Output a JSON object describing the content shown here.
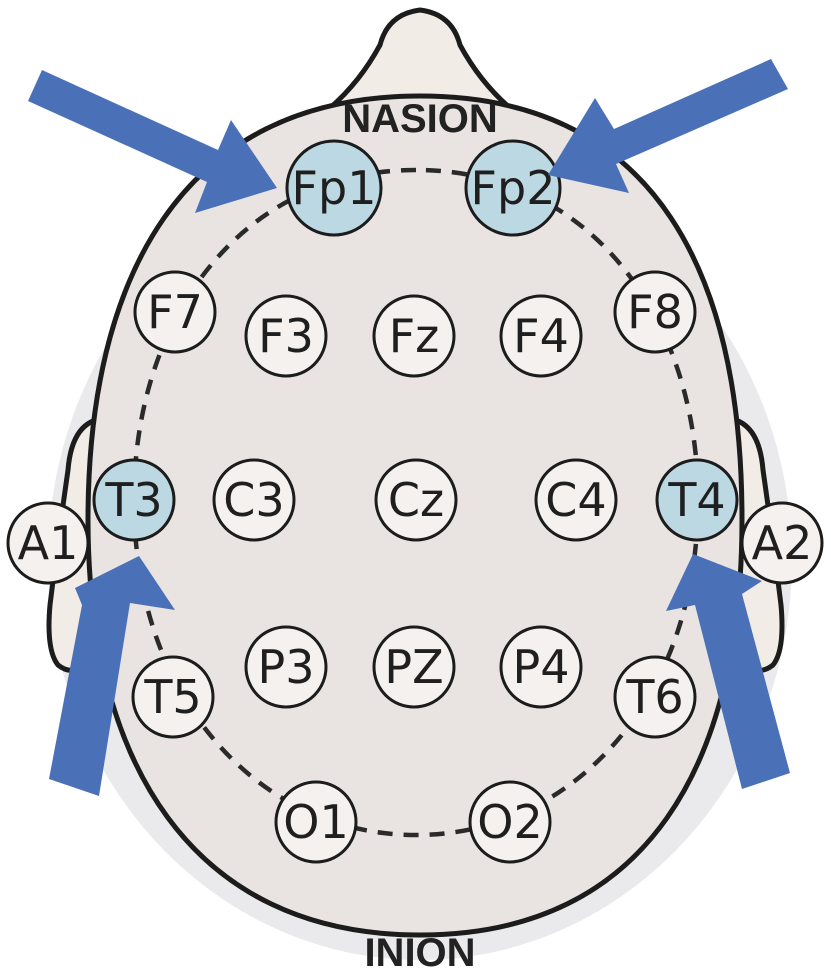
{
  "labels": {
    "front": "NASION",
    "back": "INION"
  },
  "electrodes": [
    {
      "id": "Fp1",
      "label": "Fp1",
      "highlighted": true
    },
    {
      "id": "Fp2",
      "label": "Fp2",
      "highlighted": true
    },
    {
      "id": "F7",
      "label": "F7",
      "highlighted": false
    },
    {
      "id": "F3",
      "label": "F3",
      "highlighted": false
    },
    {
      "id": "Fz",
      "label": "Fz",
      "highlighted": false
    },
    {
      "id": "F4",
      "label": "F4",
      "highlighted": false
    },
    {
      "id": "F8",
      "label": "F8",
      "highlighted": false
    },
    {
      "id": "A1",
      "label": "A1",
      "highlighted": false
    },
    {
      "id": "T3",
      "label": "T3",
      "highlighted": true
    },
    {
      "id": "C3",
      "label": "C3",
      "highlighted": false
    },
    {
      "id": "Cz",
      "label": "Cz",
      "highlighted": false
    },
    {
      "id": "C4",
      "label": "C4",
      "highlighted": false
    },
    {
      "id": "T4",
      "label": "T4",
      "highlighted": true
    },
    {
      "id": "A2",
      "label": "A2",
      "highlighted": false
    },
    {
      "id": "T5",
      "label": "T5",
      "highlighted": false
    },
    {
      "id": "P3",
      "label": "P3",
      "highlighted": false
    },
    {
      "id": "PZ",
      "label": "PZ",
      "highlighted": false
    },
    {
      "id": "P4",
      "label": "P4",
      "highlighted": false
    },
    {
      "id": "T6",
      "label": "T6",
      "highlighted": false
    },
    {
      "id": "O1",
      "label": "O1",
      "highlighted": false
    },
    {
      "id": "O2",
      "label": "O2",
      "highlighted": false
    }
  ],
  "arrows_point_to": [
    "Fp1",
    "Fp2",
    "T3",
    "T4"
  ],
  "colors": {
    "head_fill": "#e9e4e1",
    "head_shadow": "#d9d9dc",
    "ear_fill": "#f2ece7",
    "outline": "#1c1c1c",
    "electrode_fill": "#f4f1ef",
    "highlight_fill": "#bcd8e2",
    "arrow": "#4a71b8"
  }
}
